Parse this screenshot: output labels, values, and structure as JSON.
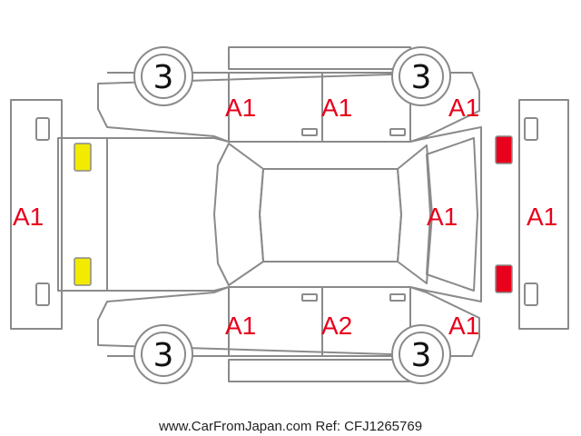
{
  "colors": {
    "outline": "#8a8a8a",
    "damage_code": "#e8001c",
    "front_lamp": "#f2ea00",
    "rear_lamp": "#e8001c"
  },
  "wheels": {
    "front_top": "3",
    "rear_top": "3",
    "front_bottom": "3",
    "rear_bottom": "3"
  },
  "damage_codes": {
    "front_bumper": "A1",
    "rear_bumper": "A1",
    "front_door_top": "A1",
    "rear_door_top": "A1",
    "rear_quarter_top": "A1",
    "trunk_lid": "A1",
    "front_door_bottom": "A1",
    "rear_door_bottom": "A2",
    "rear_quarter_bottom": "A1"
  },
  "caption": "www.CarFromJapan.com Ref: CFJ1265769"
}
